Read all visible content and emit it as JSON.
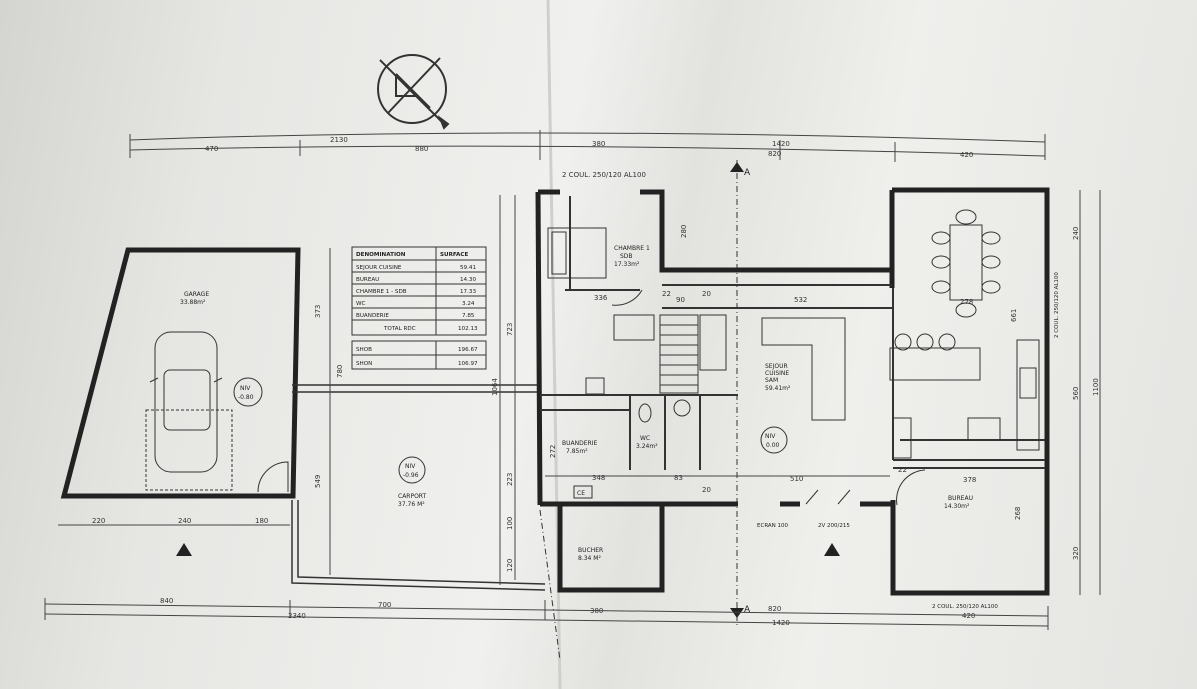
{
  "dimensions": {
    "top_total": "2130",
    "top_segments": [
      "470",
      "880",
      "380",
      "820",
      "420"
    ],
    "top_right_total": "1420",
    "bottom_total": "2340",
    "bottom_right_total": "1420",
    "bottom_segments": [
      "840",
      "700",
      "380",
      "820",
      "420"
    ],
    "garage_bottom": [
      "220",
      "240",
      "180"
    ],
    "vertical_left": [
      "373",
      "780",
      "549"
    ],
    "vertical_mid": [
      "723",
      "1064",
      "223"
    ],
    "vertical_mid2": [
      "100",
      "120",
      "272"
    ],
    "right_vertical": [
      "240",
      "560",
      "320",
      "1100",
      "661",
      "268"
    ],
    "interior": [
      "336",
      "22",
      "90",
      "20",
      "532",
      "278",
      "348",
      "83",
      "20",
      "510",
      "22",
      "378"
    ],
    "bedroom_height": "280"
  },
  "openings": {
    "top": "2 COUL. 250/120 AL100",
    "bottom_right": "2 COUL. 250/120 AL100",
    "right_window": "2 COUL. 250/120 AL100",
    "door_small": "ECRAN 100",
    "bay": "2V 200/215"
  },
  "section_marks": {
    "top": "A",
    "bottom": "A"
  },
  "rooms": {
    "garage": {
      "name": "GARAGE",
      "area": "33.88m²"
    },
    "carport": {
      "name": "CARPORT",
      "area": "37.76 M²"
    },
    "chambre": {
      "name": "CHAMBRE 1",
      "sub": "SDB",
      "area": "17.33m²"
    },
    "sejour": {
      "name": "SEJOUR",
      "name2": "CUISINE",
      "name3": "SAM",
      "area": "59.41m²"
    },
    "buanderie": {
      "name": "BUANDERIE",
      "area": "7.85m²"
    },
    "wc": {
      "name": "WC",
      "area": "3.24m²"
    },
    "bureau": {
      "name": "BUREAU",
      "area": "14.30m²"
    },
    "bucher": {
      "name": "BUCHER",
      "area": "8.34 M²"
    },
    "ce": "CE"
  },
  "levels": {
    "garage": {
      "label": "NIV",
      "value": "-0.80"
    },
    "carport": {
      "label": "NIV",
      "value": "-0.96"
    },
    "sejour": {
      "label": "NIV",
      "value": "0.00"
    }
  },
  "surface_table": {
    "headers": [
      "DENOMINATION",
      "SURFACE"
    ],
    "rows": [
      [
        "SEJOUR CUISINE",
        "59.41"
      ],
      [
        "BUREAU",
        "14.30"
      ],
      [
        "CHAMBRE 1 - SDB",
        "17.33"
      ],
      [
        "WC",
        "3.24"
      ],
      [
        "BUANDERIE",
        "7.85"
      ],
      [
        "TOTAL RDC",
        "102.13"
      ]
    ],
    "totals": [
      [
        "SHOB",
        "196.67"
      ],
      [
        "SHON",
        "106.97"
      ]
    ]
  },
  "colors": {
    "line": "#2a2a2a",
    "paper": "#ececea",
    "hatch": "#555555"
  }
}
